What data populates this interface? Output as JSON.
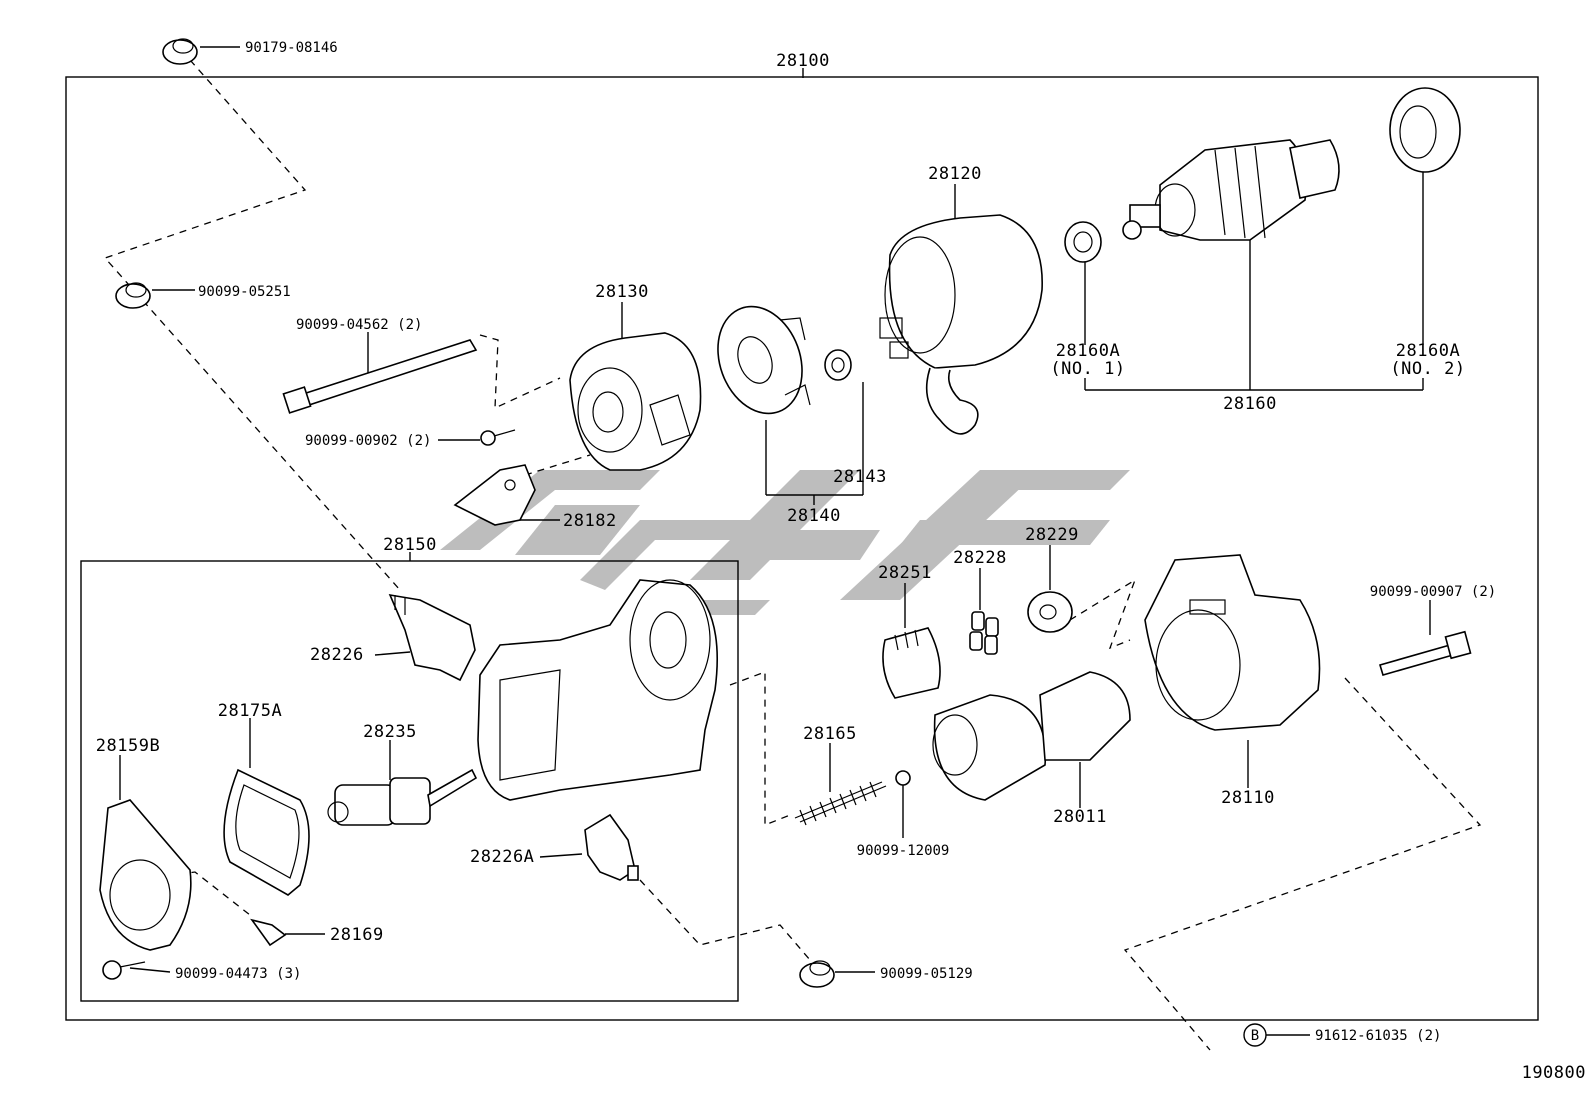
{
  "diagram": {
    "figure_id": "190800",
    "labels": {
      "assembly": "28100",
      "sub_assembly": "28150",
      "drive_housing": "28130",
      "brush_holder": "28140",
      "brush_spring": "28143",
      "yoke": "28120",
      "armature": "28160",
      "bearing_no1": "28160A",
      "bearing_no1_note": "(NO. 1)",
      "bearing_no2": "28160A",
      "bearing_no2_note": "(NO. 2)",
      "plate": "28182",
      "terminal": "28226",
      "terminal_a": "28226A",
      "plunger": "28235",
      "gasket": "28175A",
      "cover": "28159B",
      "clip": "28169",
      "spring": "28165",
      "pinion_gear": "28251",
      "roller": "28228",
      "retainer": "28229",
      "clutch": "28011",
      "housing": "28110"
    },
    "fasteners": {
      "grommet_top": "90179-08146",
      "grommet_mid": "90099-05251",
      "through_bolt": "90099-04562 (2)",
      "screw_small": "90099-00902 (2)",
      "bolt_right": "90099-00907 (2)",
      "ball": "90099-12009",
      "grommet_bottom": "90099-05129",
      "cover_bolt": "90099-04473 (3)",
      "bolt_b": "91612-61035 (2)",
      "bolt_b_marker": "B"
    }
  }
}
